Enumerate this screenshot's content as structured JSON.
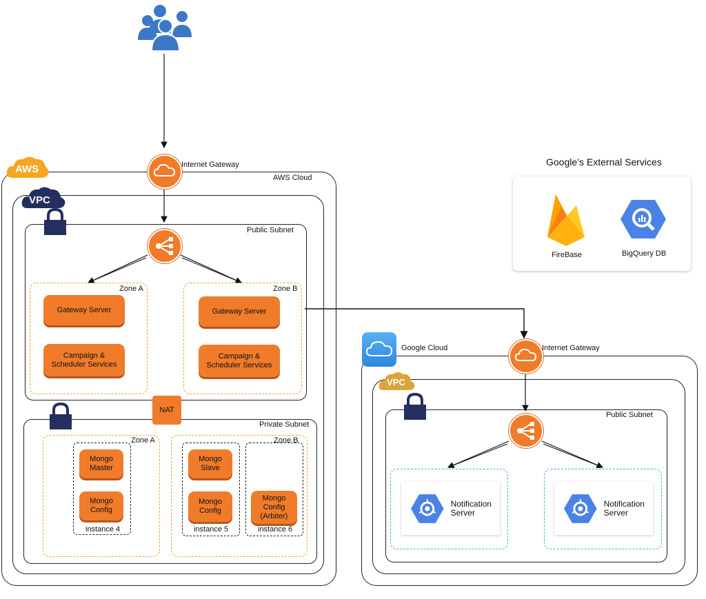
{
  "aws": {
    "badge": "AWS",
    "cloud_label": "AWS Cloud",
    "internet_gateway_label": "Internet Gateway",
    "vpc_badge": "VPC",
    "public_subnet_label": "Public Subnet",
    "private_subnet_label": "Private Subnet",
    "nat_label": "NAT",
    "public_zones": [
      {
        "label": "Zone A",
        "servers": [
          "Gateway Server",
          "Campaign & Scheduler Services"
        ]
      },
      {
        "label": "Zone B",
        "servers": [
          "Gateway Server",
          "Campaign & Scheduler Services"
        ]
      }
    ],
    "private_zones": [
      {
        "label": "Zone A"
      },
      {
        "label": "Zone B"
      }
    ],
    "instances": [
      {
        "label": "instance 4",
        "servers": [
          "Mongo Master",
          "Mongo Config"
        ]
      },
      {
        "label": "instance 5",
        "servers": [
          "Mongo Slave",
          "Mongo Config"
        ]
      },
      {
        "label": "instance 6",
        "servers": [
          "Mongo Config (Arbiter)"
        ]
      }
    ]
  },
  "google_external": {
    "title": "Google’s External Services",
    "services": [
      {
        "label": "FireBase",
        "icon": "firebase-icon"
      },
      {
        "label": "BigQuery DB",
        "icon": "bigquery-icon"
      }
    ]
  },
  "gcp": {
    "cloud_label": "Google Cloud",
    "internet_gateway_label": "Internet Gateway",
    "vpc_badge": "VPC",
    "public_subnet_label": "Public Subnet",
    "notification_servers": [
      "Notification Server",
      "Notification Server"
    ]
  },
  "colors": {
    "aws_orange": "#f07b2a",
    "aws_badge": "#f5a623",
    "vpc_navy": "#232f5e",
    "gcp_vpc_gold": "#d9a53a",
    "google_blue": "#4a82e8",
    "users_blue": "#3c78c6"
  }
}
